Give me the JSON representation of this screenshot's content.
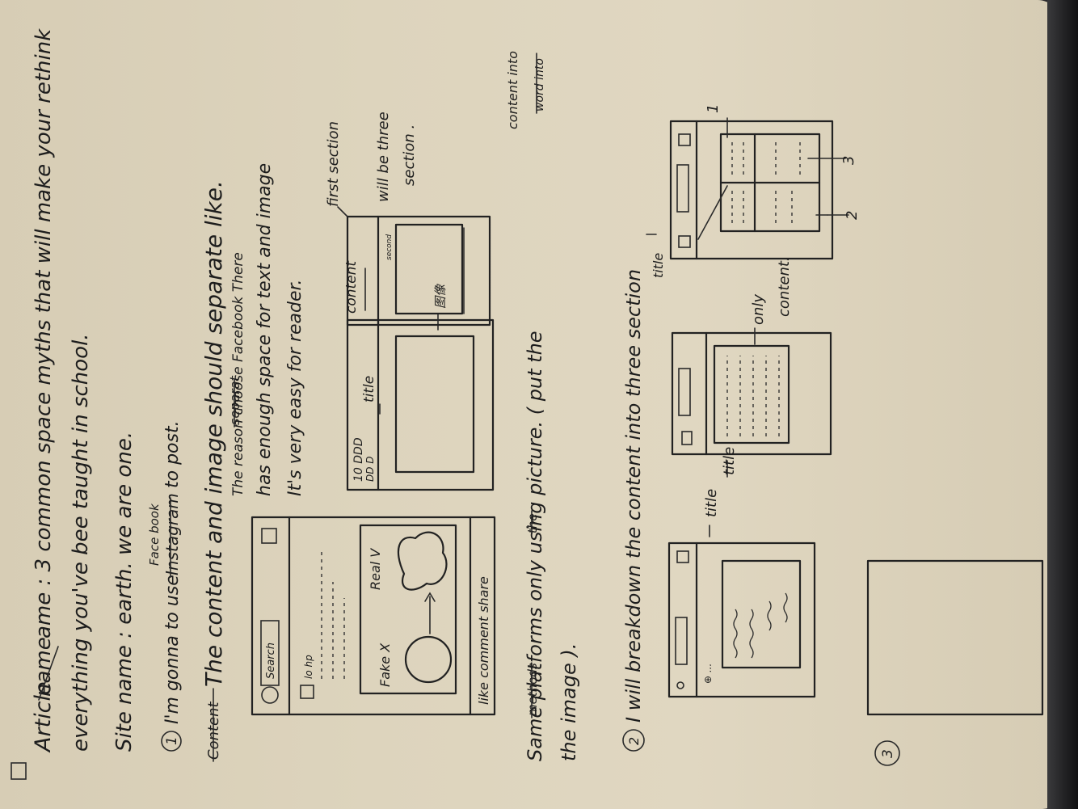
{
  "header": {
    "article_label": "Article",
    "article_name_crossed": "name",
    "article_name": "ame : 3 common space myths that will make your rethink",
    "article_line2": "everything you've bee taught in school.",
    "site_name": "Site name : earth. we are one."
  },
  "section_one": {
    "number": "1",
    "intro": "I'm gonna to use",
    "platform_crossed": "Instagram",
    "platform": "Face book",
    "intro_end": "to post.",
    "content_crossed": "Content",
    "statement": "The content and image should separate like.",
    "reason_crossed": "separat",
    "reason": "The reason      choose Facebook There",
    "reason2": "has enough space for text and image",
    "reason3": "It's very easy for reader.",
    "conclusion_crossed": "methods",
    "conclusion_crossed2": "the",
    "conclusion": "Same      platforms      only using picture. ( put the",
    "conclusion_insert": "content into",
    "conclusion_crossed3": "word into",
    "conclusion_end": "the image )."
  },
  "sketch_fb": {
    "search_label": "Search",
    "profile_label": "lo hp",
    "fake_label": "Fake X",
    "real_label": "Real V",
    "actions_label": "like      comment share"
  },
  "sketch_small": {
    "title_annot": "title",
    "image_annot": "图像",
    "content_annot": "content",
    "second_label": "second",
    "first_section": "first section",
    "three_sections_1": "will be three",
    "three_sections_2": "section ."
  },
  "section_two": {
    "number": "2",
    "statement": "I will breakdown the content into three section",
    "title_annot": "title",
    "title_annot2": "title",
    "only_content": "only",
    "only_content2": "content.",
    "num_1": "1",
    "num_2": "2",
    "num_3": "3"
  },
  "section_three": {
    "number": "3"
  }
}
